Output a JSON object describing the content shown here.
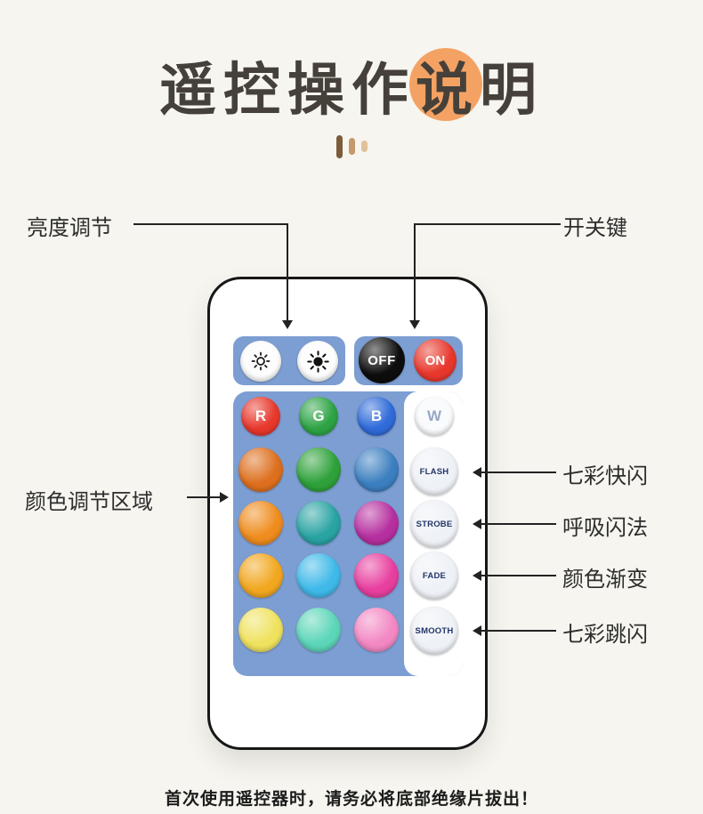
{
  "title": "遥控操作说明",
  "annotations": {
    "brightness": "亮度调节",
    "power": "开关键",
    "color_area": "颜色调节区域",
    "flash": "七彩快闪",
    "strobe": "呼吸闪法",
    "fade": "颜色渐变",
    "smooth": "七彩跳闪"
  },
  "remote": {
    "power_buttons": {
      "off": "OFF",
      "on": "ON"
    },
    "rgbw_buttons": {
      "r": "R",
      "g": "G",
      "b": "B",
      "w": "W"
    },
    "mode_buttons": {
      "flash": "FLASH",
      "strobe": "STROBE",
      "fade": "FADE",
      "smooth": "SMOOTH"
    },
    "icons": {
      "left": "brightness-dim-icon",
      "right": "brightness-bright-icon"
    },
    "colors": {
      "panel": "#7d9ed3",
      "off": "#0d0d0d",
      "on": "#e8382c",
      "r": "#e8382c",
      "g": "#2ea345",
      "b": "#2f6bd9",
      "mode_bg": "#eef1f6",
      "grid": [
        "#dd6f1e",
        "#2ea13a",
        "#3c7fc0",
        "#ef8c1e",
        "#2aa3a3",
        "#b62fa0",
        "#f2a71f",
        "#3fb9e9",
        "#e83f9f",
        "#efe25e",
        "#5cd6b8",
        "#f388c4"
      ]
    }
  },
  "footer": {
    "note": "首次使用遥控器时，请务必将底部绝缘片拔出！"
  },
  "theme": {
    "background": "#f6f5ef",
    "accent_circle": "#f4a263",
    "bars": [
      "#7d5b3a",
      "#c59a6a",
      "#e0c19a"
    ]
  }
}
